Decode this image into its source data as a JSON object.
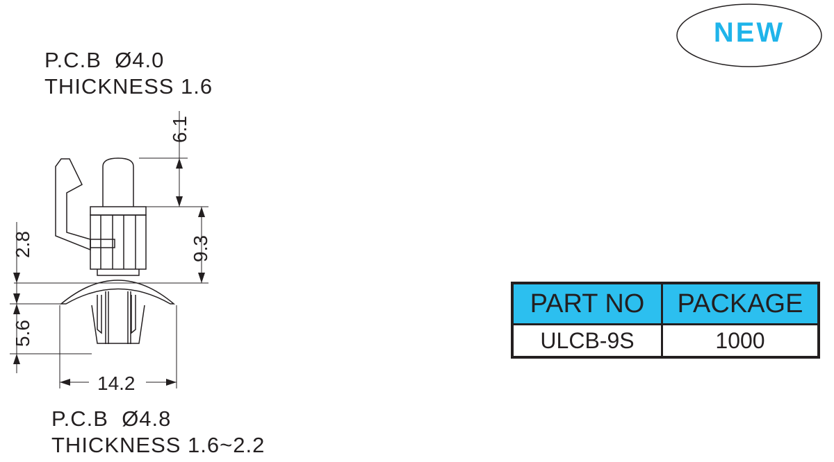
{
  "notes": {
    "top_line1": "P.C.B  Ø4.0",
    "top_line2": "THICKNESS 1.6",
    "bottom_line1": "P.C.B  Ø4.8",
    "bottom_line2": "THICKNESS 1.6~2.2"
  },
  "dimensions": {
    "d_61": "6.1",
    "d_93": "9.3",
    "d_28": "2.8",
    "d_56": "5.6",
    "d_142": "14.2"
  },
  "badge": {
    "label": "NEW",
    "color": "#1fb4ea"
  },
  "table": {
    "headers": [
      "PART NO",
      "PACKAGE"
    ],
    "rows": [
      [
        "ULCB-9S",
        "1000"
      ]
    ],
    "header_color": "#2cbfef"
  }
}
